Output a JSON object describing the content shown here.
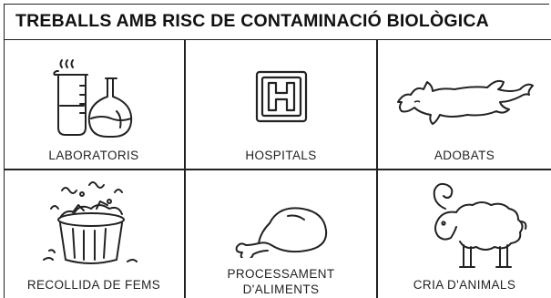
{
  "title": "TREBALLS AMB RISC DE CONTAMINACIÓ BIOLÒGICA",
  "cells": [
    {
      "label": "LABORATORIS",
      "icon": "lab-flasks-icon"
    },
    {
      "label": "HOSPITALS",
      "icon": "hospital-sign-icon"
    },
    {
      "label": "ADOBATS",
      "icon": "animal-hide-icon"
    },
    {
      "label": "RECOLLIDA DE FEMS",
      "icon": "garbage-can-icon"
    },
    {
      "label": "PROCESSAMENT\nD'ALIMENTS",
      "icon": "chicken-leg-icon"
    },
    {
      "label": "CRIA D'ANIMALS",
      "icon": "sheep-icon"
    }
  ]
}
